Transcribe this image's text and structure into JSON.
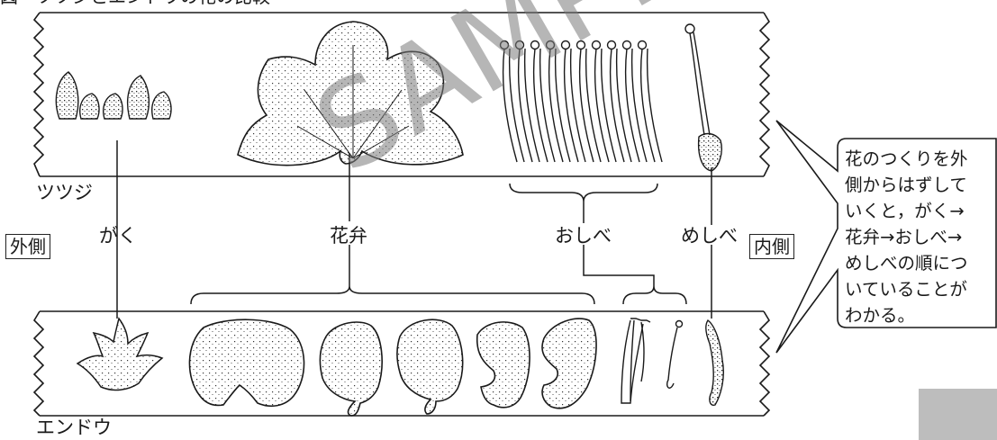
{
  "title_fragment": "図　ツツジとエンドウの花の比較",
  "labels": {
    "azalea": "ツツジ",
    "pea": "エンドウ",
    "outside": "外側",
    "inside": "内側",
    "sepal": "がく",
    "petal": "花弁",
    "stamen": "おしべ",
    "pistil": "めしべ"
  },
  "note_lines": [
    "花のつくりを外",
    "側からはずして",
    "いくと，がく→",
    "花弁→おしべ→",
    "めしべの順につ",
    "いていることが",
    "わかる。"
  ],
  "watermark": "SAMPLE",
  "colors": {
    "ink": "#1a1a1a",
    "stipple": "#333333",
    "watermark": "#7a7a7a",
    "corner_block": "#bdbdbd"
  }
}
